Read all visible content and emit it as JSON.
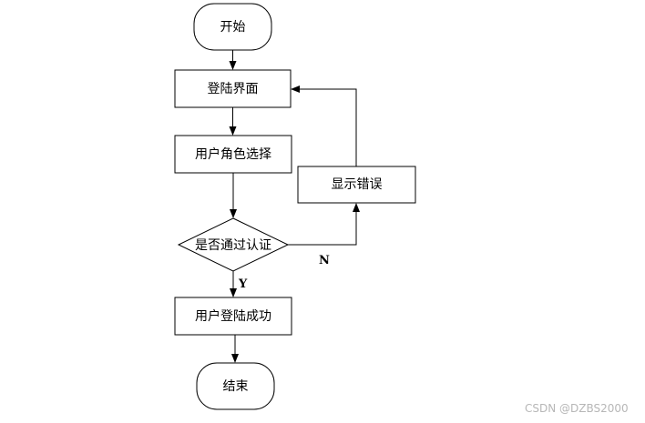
{
  "flowchart": {
    "start": "开始",
    "login_screen": "登陆界面",
    "role_select": "用户角色选择",
    "auth_check": "是否通过认证",
    "show_error": "显示错误",
    "login_success": "用户登陆成功",
    "end": "结束",
    "yes_label": "Y",
    "no_label": "N"
  },
  "watermark": "CSDN @DZBS2000",
  "colors": {
    "stroke": "#000000",
    "fill": "#ffffff",
    "watermark": "#b7b7b7"
  }
}
